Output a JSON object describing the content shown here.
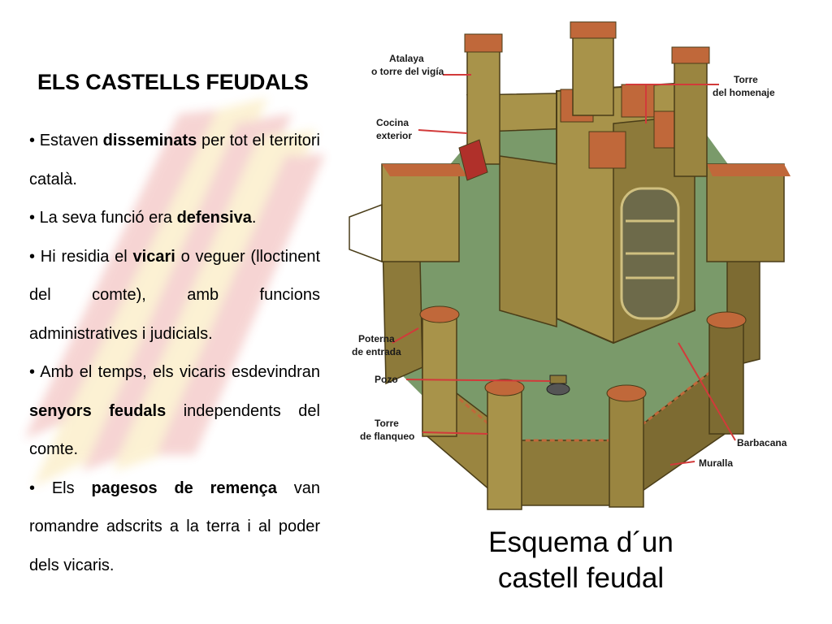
{
  "title": "ELS CASTELLS FEUDALS",
  "bullets": [
    {
      "parts": [
        {
          "t": "Estaven "
        },
        {
          "t": "disseminats",
          "b": true
        },
        {
          "t": " per tot el territori català."
        }
      ]
    },
    {
      "parts": [
        {
          "t": "La seva funció era "
        },
        {
          "t": "defensiva",
          "b": true
        },
        {
          "t": "."
        }
      ]
    },
    {
      "parts": [
        {
          "t": "Hi residia el "
        },
        {
          "t": "vicari",
          "b": true
        },
        {
          "t": " o veguer (lloctinent del comte), amb funcions administratives i judicials."
        }
      ]
    },
    {
      "parts": [
        {
          "t": "Amb el temps, els vicaris esdevindran "
        },
        {
          "t": "senyors feudals",
          "b": true
        },
        {
          "t": " independents del comte."
        }
      ]
    },
    {
      "parts": [
        {
          "t": "Els "
        },
        {
          "t": "pagesos de remença",
          "b": true
        },
        {
          "t": " van romandre adscrits a la terra i al poder dels vicaris."
        }
      ]
    }
  ],
  "caption": {
    "line1": "Esquema d´un",
    "line2": "castell feudal"
  },
  "diagram_labels": {
    "atalaya_1": "Atalaya",
    "atalaya_2": "o torre del vigía",
    "torre_homenaje_1": "Torre",
    "torre_homenaje_2": "del homenaje",
    "cocina_1": "Cocina",
    "cocina_2": "exterior",
    "poterna_1": "Poterna",
    "poterna_2": "de entrada",
    "pozo": "Pozo",
    "flanqueo_1": "Torre",
    "flanqueo_2": "de flanqueo",
    "barbacana": "Barbacana",
    "muralla": "Muralla"
  },
  "colors": {
    "stripe_red": "#d8433a",
    "stripe_yellow": "#f2c23a",
    "stone": "#8d7a3a",
    "stone_light": "#a8934a",
    "courtyard": "#7a9a6a",
    "battlement": "#c0683a",
    "label_line": "#d23a3a"
  }
}
